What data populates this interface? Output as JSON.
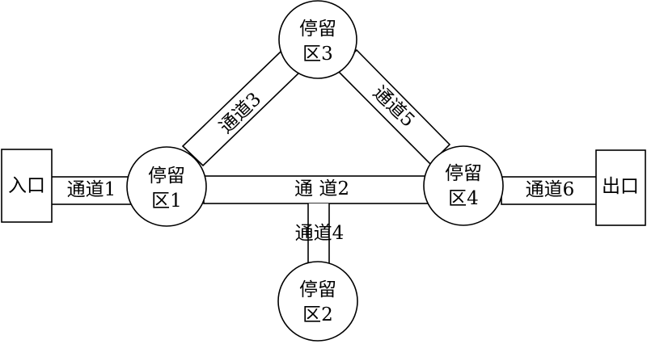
{
  "entrance": {
    "label": "入口"
  },
  "exit": {
    "label": "出口"
  },
  "zones": [
    {
      "line1": "停留",
      "line2": "区1"
    },
    {
      "line1": "停留",
      "line2": "区2"
    },
    {
      "line1": "停留",
      "line2": "区3"
    },
    {
      "line1": "停留",
      "line2": "区4"
    }
  ],
  "channels": [
    {
      "label": "通道1"
    },
    {
      "label": "通  道2"
    },
    {
      "label": "通道3"
    },
    {
      "label": "通道4"
    },
    {
      "label": "通道5"
    },
    {
      "label": "通道6"
    }
  ]
}
